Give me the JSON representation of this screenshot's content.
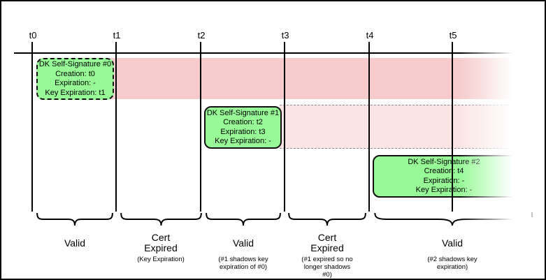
{
  "timeline": {
    "ticks": [
      {
        "label": "t0"
      },
      {
        "label": "t1"
      },
      {
        "label": "t2"
      },
      {
        "label": "t3"
      },
      {
        "label": "t4"
      },
      {
        "label": "t5"
      }
    ]
  },
  "signatures": [
    {
      "title": "DK Self-Signature #0",
      "creation": "Creation: t0",
      "expiration": "Expiration: -",
      "key_expiration": "Key Expiration: t1"
    },
    {
      "title": "DK Self-Signature #1",
      "creation": "Creation: t2",
      "expiration": "Expiration: t3",
      "key_expiration": "Key Expiration: -"
    },
    {
      "title": "DK Self-Signature #2",
      "creation": "Creation: t4",
      "expiration": "Expiration: -",
      "key_expiration": "Key Expiration: -"
    }
  ],
  "sections": [
    {
      "label": "Valid",
      "note": ""
    },
    {
      "label": "Cert Expired",
      "note": "(Key Expiration)"
    },
    {
      "label": "Valid",
      "note": "(#1 shadows key expiration of #0)"
    },
    {
      "label": "Cert Expired",
      "note": "(#1 expired so no longer shadows #0)"
    },
    {
      "label": "Valid",
      "note": "(#2 shadows key expiration)"
    }
  ],
  "colors": {
    "band_expired_strong": "#F5CBCB",
    "band_expired_light": "#FAE5E4",
    "signature_fill": "#97FA97"
  }
}
